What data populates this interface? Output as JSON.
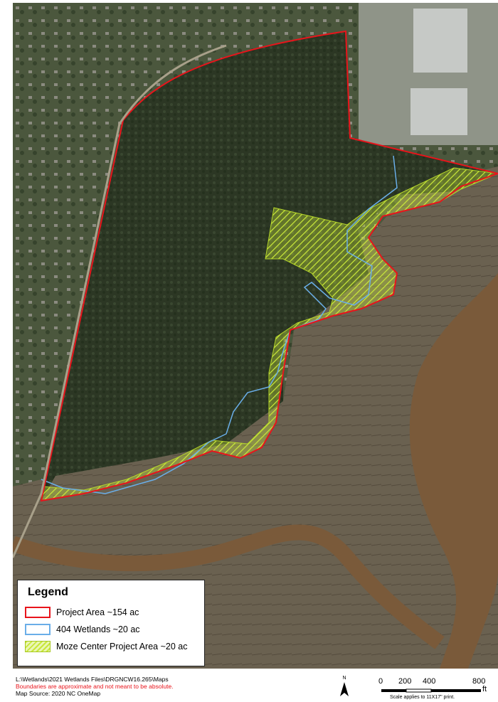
{
  "legend": {
    "title": "Legend",
    "items": [
      {
        "label": "Project Area ~154 ac",
        "color": "#e8141b"
      },
      {
        "label": "404 Wetlands ~20 ac",
        "color": "#6aaee8"
      },
      {
        "label": "Moze Center Project Area ~20 ac",
        "color": "#c9e83a"
      }
    ]
  },
  "footer": {
    "path": "L:\\Wetlands\\2021 Wetlands Files\\DRGNCW16.265\\Maps",
    "note": "Boundaries are approximate and not meant to be absolute.",
    "source": "Map Source: 2020 NC OneMap"
  },
  "north_arrow": {
    "label": "N"
  },
  "scale_bar": {
    "ticks": [
      "0",
      "200",
      "400",
      "800"
    ],
    "unit": "ft",
    "note": "Scale applies to 11X17\" print."
  },
  "colors": {
    "forest": "#2f3a26",
    "marsh": "#6e6451",
    "river": "#7a5a3a",
    "project_boundary": "#e8141b",
    "wetlands_boundary": "#6aaee8",
    "moze_area": "#c9e83a"
  }
}
